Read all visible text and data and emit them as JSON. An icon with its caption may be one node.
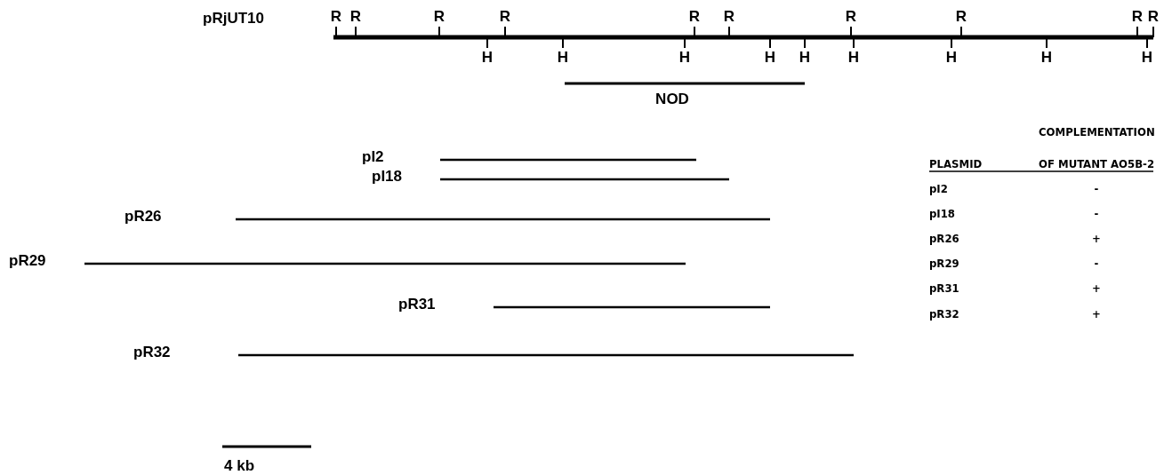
{
  "diagram": {
    "labels": [
      "pRjUT10",
      "R",
      "R",
      "R",
      "R",
      "R",
      "R",
      "R",
      "R",
      "R",
      "R",
      "H",
      "H",
      "H",
      "H",
      "H",
      "H",
      "H",
      "H",
      "H",
      "NOD",
      "pI2",
      "pI18",
      "pR26",
      "pR29",
      "pR31",
      "pR32",
      "4 kb",
      "COMPLEMENTATION",
      "PLASMID",
      "OF MUTANT AO5B-2",
      "pI2",
      "-",
      "pI18",
      "-",
      "pR26",
      "+",
      "pR29",
      "-",
      "pR31",
      "+",
      "pR32",
      "+"
    ]
  }
}
